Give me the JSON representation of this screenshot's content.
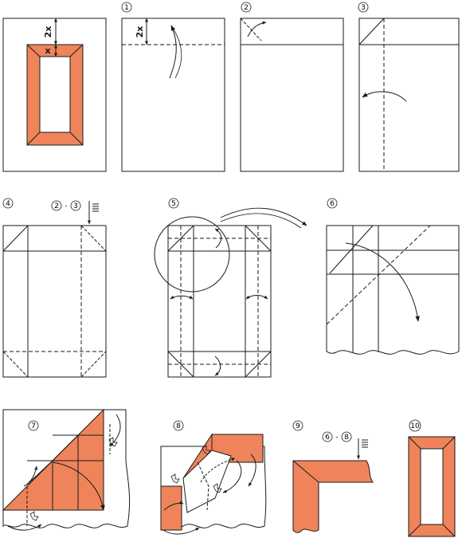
{
  "colors": {
    "paper": "#ffffff",
    "colored_side": "#ef845a",
    "line": "#1a1a1a"
  },
  "intro": {
    "label_2x": "2x",
    "label_x": "x"
  },
  "steps": [
    {
      "number": "1",
      "label_2x": "2x"
    },
    {
      "number": "2"
    },
    {
      "number": "3"
    },
    {
      "number": "4",
      "repeat": {
        "from": "2",
        "sep": "-",
        "to": "3"
      }
    },
    {
      "number": "5"
    },
    {
      "number": "6"
    },
    {
      "number": "7"
    },
    {
      "number": "8"
    },
    {
      "number": "9",
      "repeat": {
        "from": "6",
        "sep": "-",
        "to": "8"
      }
    },
    {
      "number": "10"
    }
  ]
}
